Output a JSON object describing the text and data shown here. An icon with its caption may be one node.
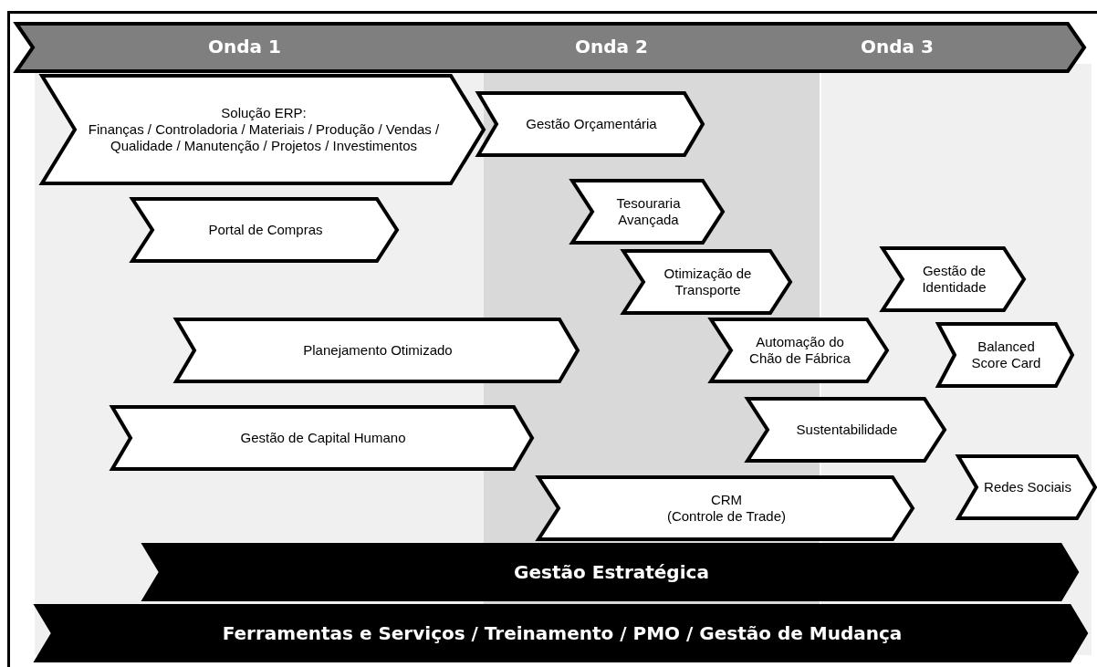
{
  "diagram": {
    "nodes": [
      {
        "text": [
          "Onda 1",
          "Onda 2",
          "Onda 3"
        ]
      },
      {
        "text": [
          "Solução ERP:",
          "Finanças / Controladoria / Materiais / Produção / Vendas / Qualidade / Manutenção / Projetos / Investimentos"
        ]
      },
      {
        "text": [
          "Gestão Orçamentária"
        ]
      },
      {
        "text": [
          "Portal de Compras"
        ]
      },
      {
        "text": [
          "Tesouraria Avançada"
        ]
      },
      {
        "text": [
          "Otimização de Transporte"
        ]
      },
      {
        "text": [
          "Gestão de Identidade"
        ]
      },
      {
        "text": [
          "Planejamento Otimizado"
        ]
      },
      {
        "text": [
          "Automação do Chão de Fábrica"
        ]
      },
      {
        "text": [
          "Balanced Score Card"
        ]
      },
      {
        "text": [
          "Gestão de Capital Humano"
        ]
      },
      {
        "text": [
          "Sustentabilidade"
        ]
      },
      {
        "text": [
          "CRM",
          "(Controle de Trade)"
        ]
      },
      {
        "text": [
          "Redes Sociais"
        ]
      },
      {
        "text": [
          "Gestão Estratégica"
        ]
      },
      {
        "text": [
          "Ferramentas e Serviços / Treinamento / PMO / Gestão de Mudança"
        ]
      }
    ]
  }
}
